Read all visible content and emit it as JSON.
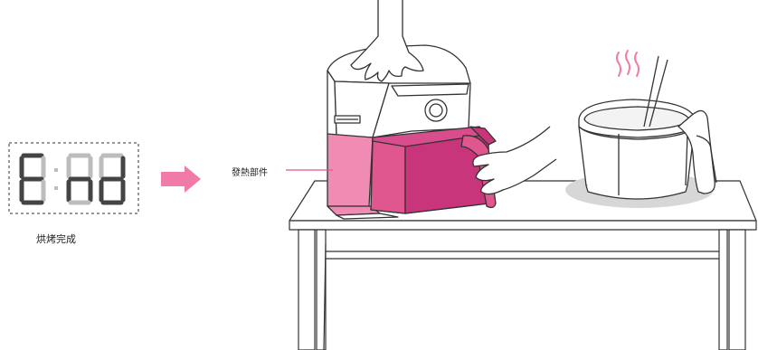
{
  "display": {
    "text": "End"
  },
  "status_caption": "烘烤完成",
  "callout_label": "發熱部件",
  "colors": {
    "accent": "#e0568f",
    "accent_dark": "#c9357a",
    "accent_light": "#f08cb4",
    "arrow": "#f07aa8",
    "segment_lit": "#444444",
    "segment_dim": "#b8b8b8",
    "line": "#333333",
    "shadow": "#d7d7d7"
  }
}
